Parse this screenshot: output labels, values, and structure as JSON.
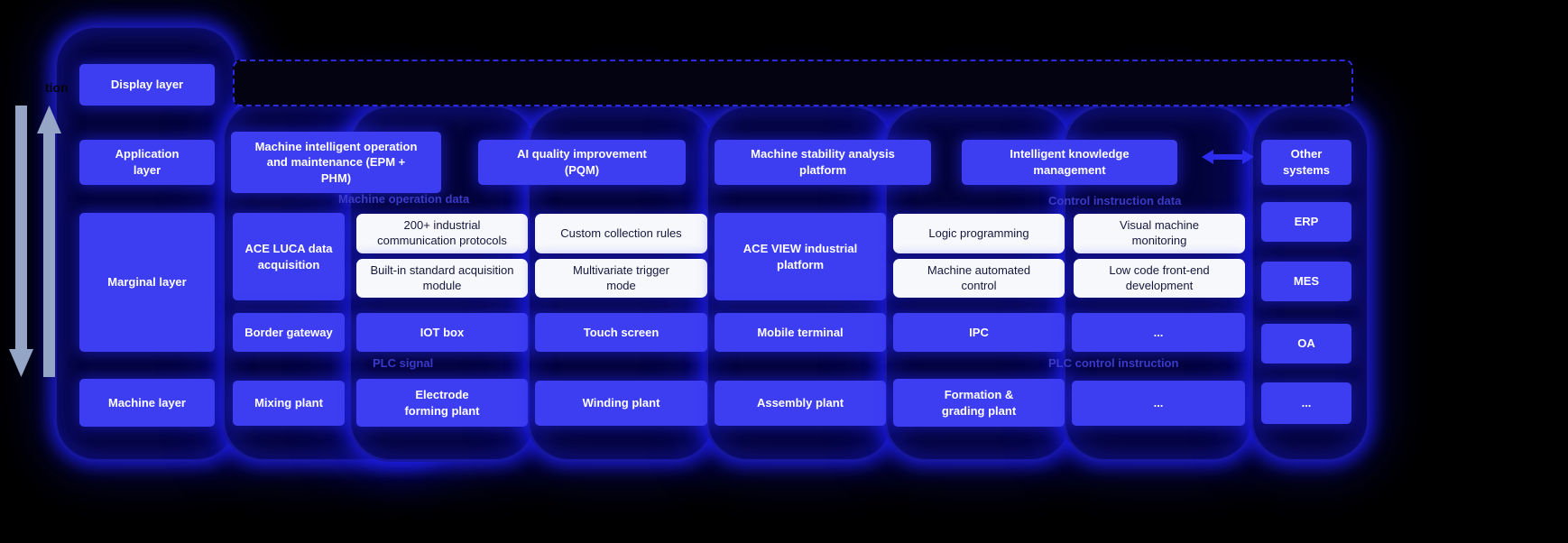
{
  "layer_labels": {
    "display": "Display layer",
    "application": "Application layer",
    "marginal": "Marginal layer",
    "machine": "Machine layer"
  },
  "application_layer": {
    "epm_phm": "Machine intelligent operation and maintenance (EPM + PHM)",
    "pqm": "AI quality improvement (PQM)",
    "stability": "Machine stability analysis platform",
    "knowledge": "Intelligent knowledge management"
  },
  "marginal_layer": {
    "ace_luca": "ACE LUCA data acquisition",
    "luca_features": [
      "200+ industrial communication protocols",
      "Built-in standard acquisition module",
      "Custom collection rules",
      "Multivariate trigger mode"
    ],
    "ace_view": "ACE VIEW industrial platform",
    "view_features": [
      "Logic programming",
      "Machine automated control",
      "Visual machine monitoring",
      "Low code front-end development"
    ],
    "devices": [
      "Border gateway",
      "IOT box",
      "Touch screen",
      "Mobile terminal",
      "IPC",
      "..."
    ]
  },
  "machine_layer": {
    "plants": [
      "Mixing plant",
      "Electrode forming plant",
      "Winding plant",
      "Assembly plant",
      "Formation & grading plant",
      "..."
    ]
  },
  "external_systems": {
    "title": "Other systems",
    "items": [
      "ERP",
      "MES",
      "OA",
      "..."
    ]
  },
  "flow_labels": {
    "machine_operation_data": "Machine operation data",
    "control_instruction_data": "Control instruction data",
    "plc_signal": "PLC signal",
    "plc_control_instruction": "PLC control instruction"
  },
  "fragments": {
    "left_clipped_text": "tion"
  },
  "colors": {
    "background": "#000000",
    "box_blue": "#3d3df2",
    "box_white": "#f7f8fb",
    "text_on_blue": "#ffffff",
    "text_on_white": "#17173d",
    "glow_blue": "#1e1eeb",
    "flow_label_blue": "#3c3cc9",
    "arrow_gray": "#94a5c6"
  }
}
